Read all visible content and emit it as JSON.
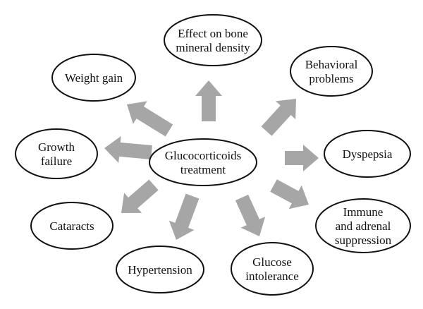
{
  "diagram": {
    "center": {
      "lines": [
        "Glucocorticoids",
        "treatment"
      ]
    },
    "effects": [
      {
        "id": "bone",
        "lines": [
          "Effect on bone",
          "mineral density"
        ]
      },
      {
        "id": "behavioral",
        "lines": [
          "Behavioral",
          "problems"
        ]
      },
      {
        "id": "dyspepsia",
        "lines": [
          "Dyspepsia"
        ]
      },
      {
        "id": "immune",
        "lines": [
          "Immune",
          "and adrenal",
          "suppression"
        ]
      },
      {
        "id": "glucose",
        "lines": [
          "Glucose",
          "intolerance"
        ]
      },
      {
        "id": "hypertension",
        "lines": [
          "Hypertension"
        ]
      },
      {
        "id": "cataracts",
        "lines": [
          "Cataracts"
        ]
      },
      {
        "id": "growth",
        "lines": [
          "Growth",
          "failure"
        ]
      },
      {
        "id": "weight",
        "lines": [
          "Weight gain"
        ]
      }
    ],
    "colors": {
      "arrow": "#a6a6a6",
      "outline": "#111111",
      "background": "#ffffff"
    }
  }
}
